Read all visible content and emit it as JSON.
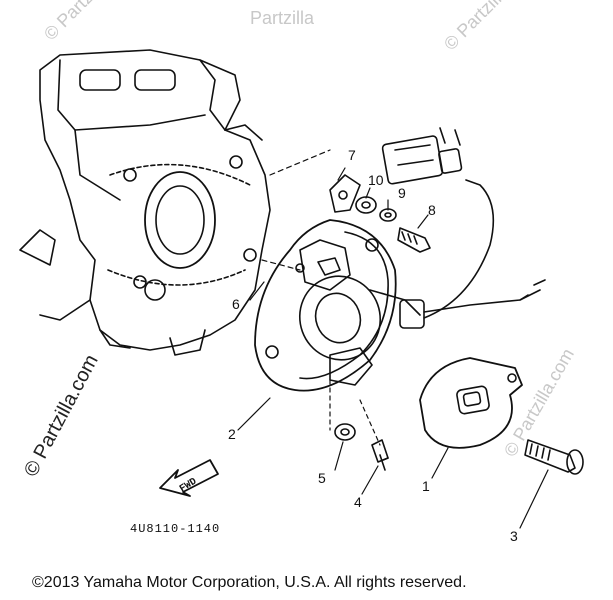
{
  "watermarks": {
    "top_left": "© Partzilla.com",
    "top_right": "© Partzilla.com",
    "left_vertical": "© Partzilla.com",
    "right_vertical": "© Partzilla.com",
    "top_center": "Partzilla"
  },
  "callouts": {
    "p1": "1",
    "p2": "2",
    "p3": "3",
    "p4": "4",
    "p5": "5",
    "p6": "6",
    "p7": "7",
    "p8": "8",
    "p9": "9",
    "p10": "10"
  },
  "find_arrow": "FWD",
  "reference_code": "4U8110-1140",
  "copyright": "©2013  Yamaha Motor Corporation, U.S.A. All rights reserved."
}
